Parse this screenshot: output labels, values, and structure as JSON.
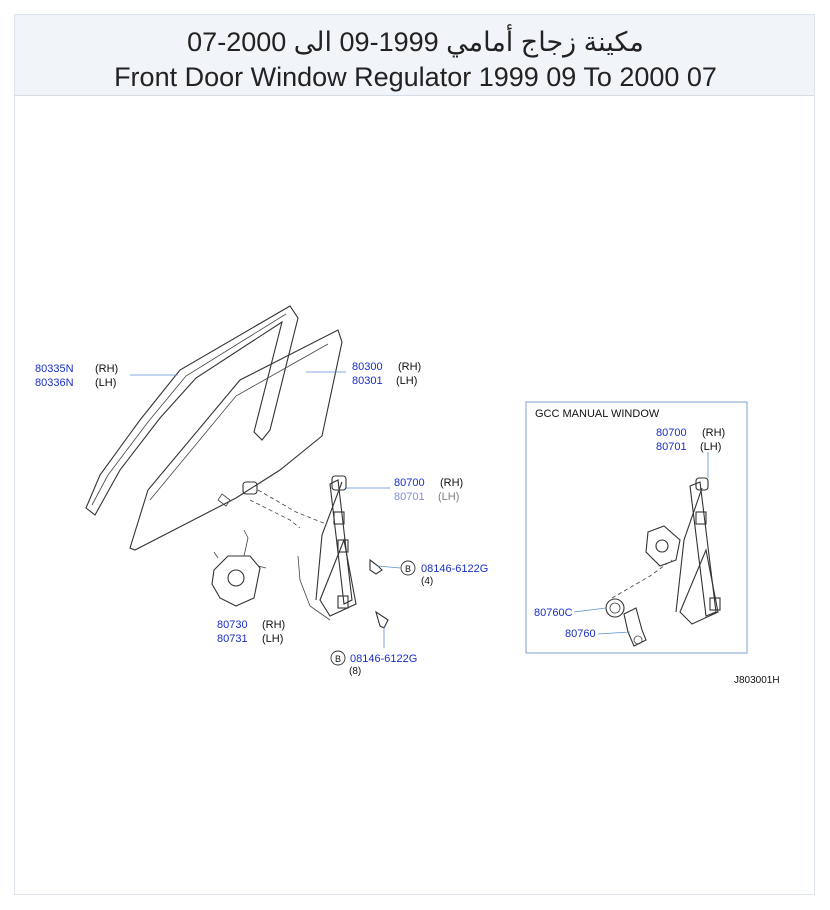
{
  "header": {
    "title_ar": "مكينة زجاج أمامي 1999-09 الى 2000-07",
    "title_en": "Front Door Window Regulator 1999 09 To 2000 07"
  },
  "parts": {
    "p80335n": "80335N",
    "p80336n": "80336N",
    "p80300": "80300",
    "p80301": "80301",
    "p80700": "80700",
    "p80701_partial": "80701",
    "p80730": "80730",
    "p80731": "80731",
    "bolt1": "08146-6122G",
    "bolt1_qty": "(4)",
    "bolt2": "08146-6122G",
    "bolt2_qty": "(8)"
  },
  "side": {
    "rh": "(RH)",
    "lh": "(LH)",
    "b": "B"
  },
  "inset": {
    "title": "GCC  MANUAL  WINDOW",
    "p80700": "80700",
    "p80701": "80701",
    "p80760c": "80760C",
    "p80760": "80760"
  },
  "diagram_code": "J803001H",
  "colors": {
    "part_number": "#1a2fc4",
    "leader_line": "#5b8fd0",
    "header_bg": "#f1f4f8"
  }
}
